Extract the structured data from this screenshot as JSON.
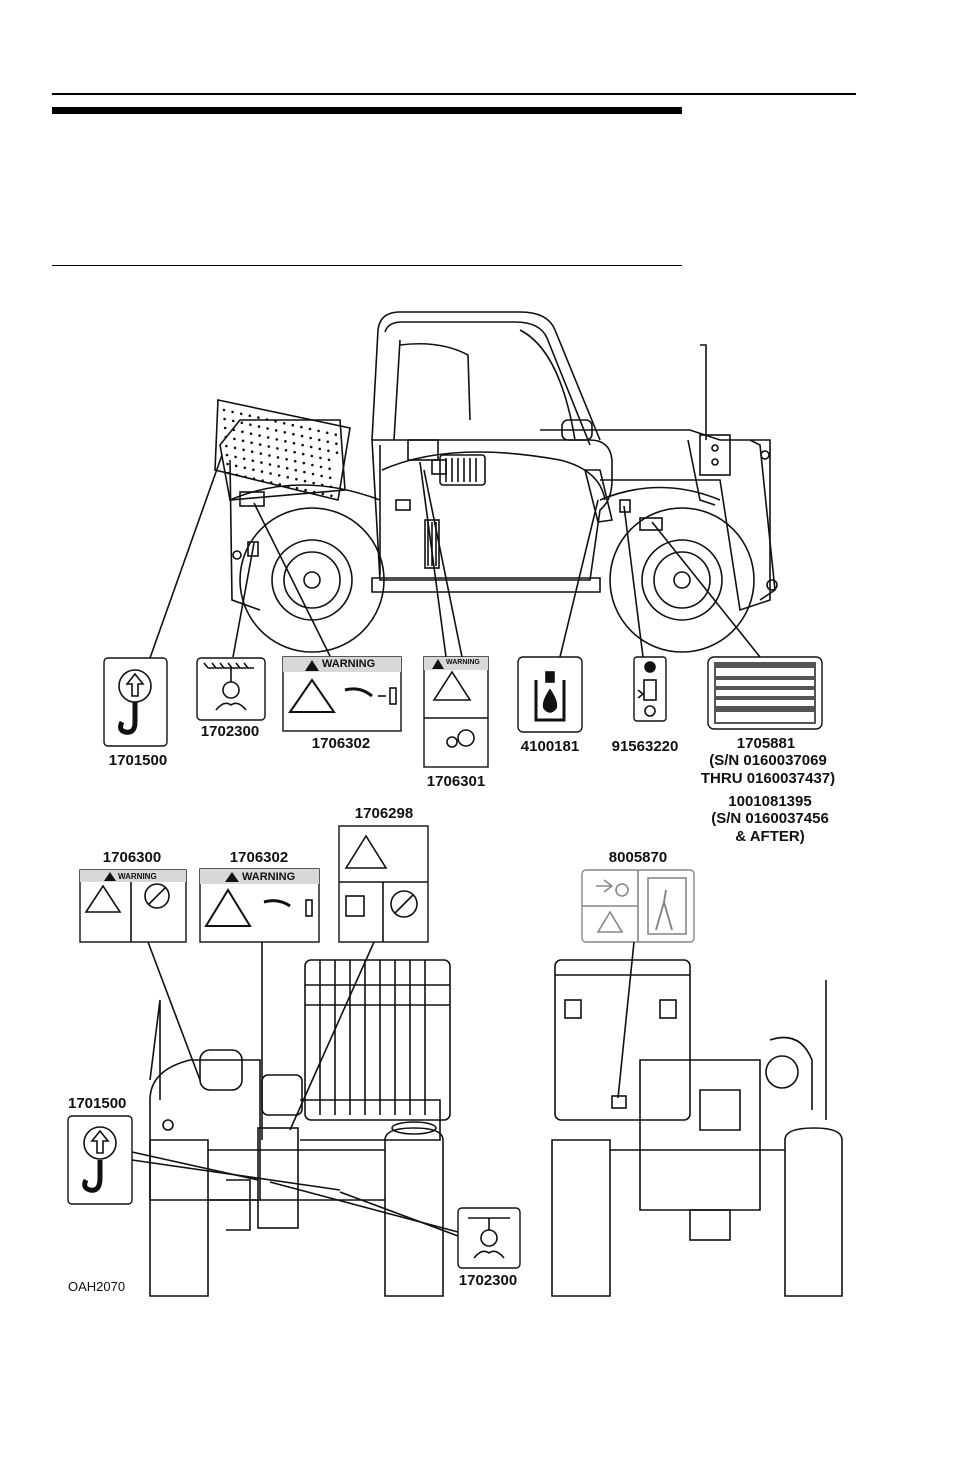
{
  "figure_id": "OAH2070",
  "side_view_decals": [
    {
      "part": "1701500"
    },
    {
      "part": "1702300"
    },
    {
      "part": "1706302",
      "header": "WARNING"
    },
    {
      "part": "1706301",
      "header": "WARNING"
    },
    {
      "part": "4100181"
    },
    {
      "part": "91563220"
    },
    {
      "part": "1705881",
      "note": "(S/N 0160037069\nTHRU 0160037437)"
    },
    {
      "part": "1001081395",
      "note": "(S/N 0160037456\n& AFTER)"
    }
  ],
  "front_view_decals": [
    {
      "part": "1706300",
      "header": "WARNING"
    },
    {
      "part": "1706302",
      "header": "WARNING"
    },
    {
      "part": "1706298"
    },
    {
      "part": "1701500"
    },
    {
      "part": "1702300"
    }
  ],
  "rear_view_decals": [
    {
      "part": "8005870"
    }
  ]
}
